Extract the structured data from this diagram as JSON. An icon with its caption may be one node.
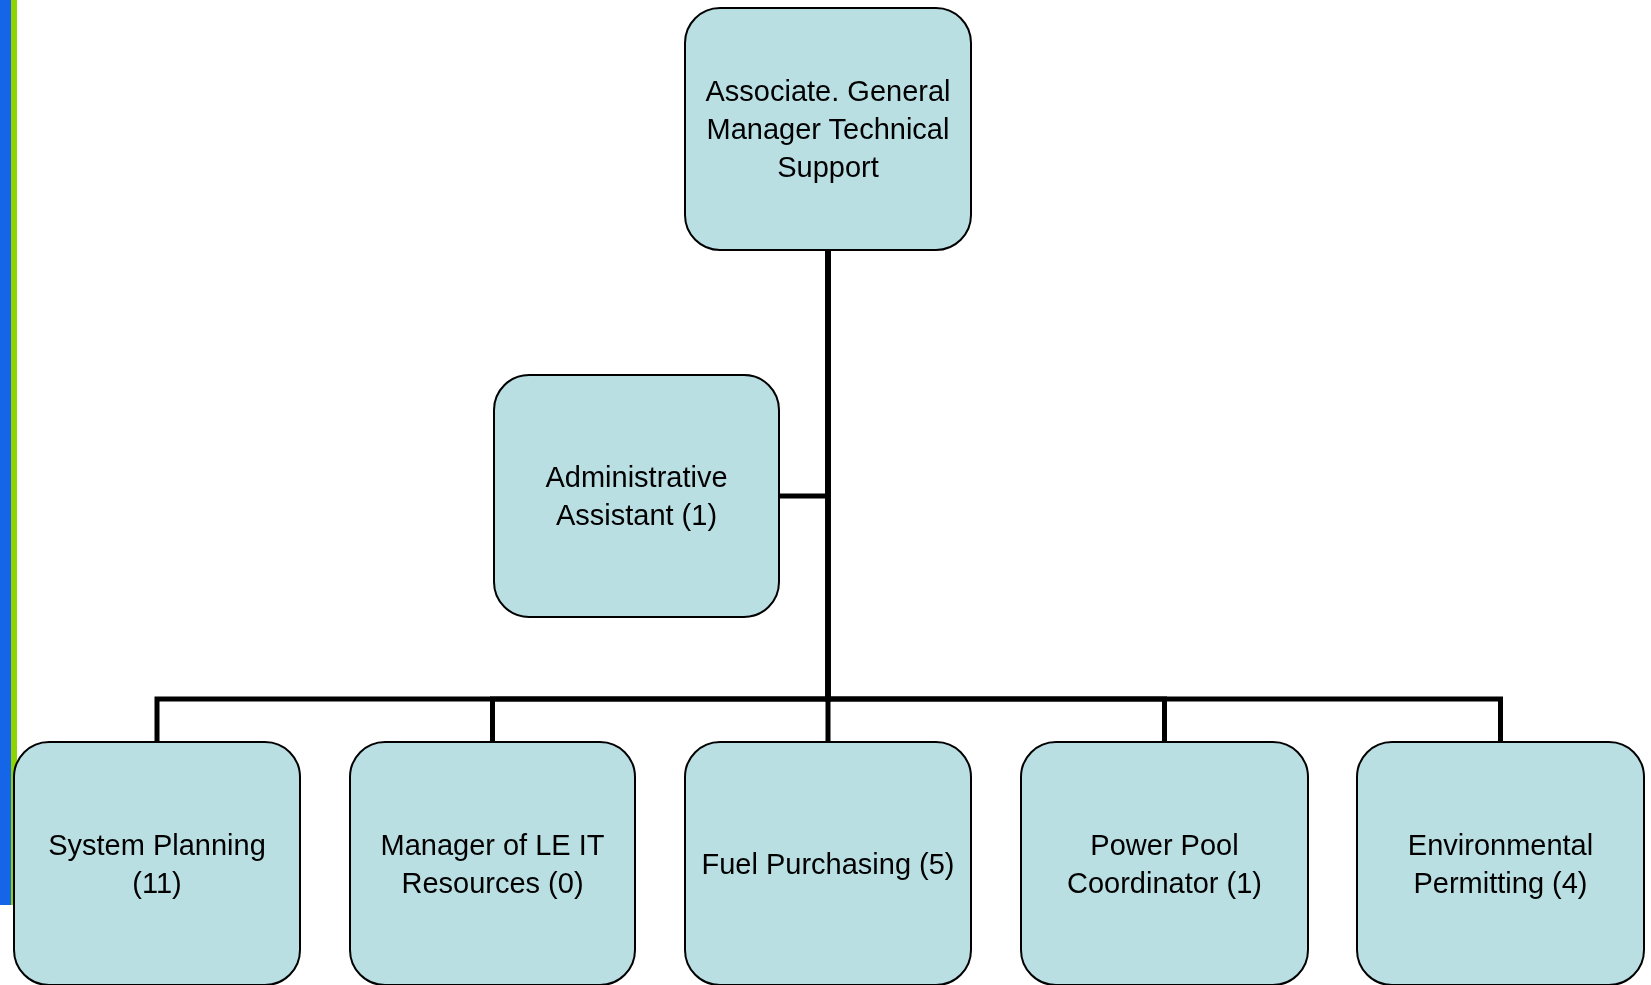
{
  "diagram": {
    "nodes": [
      {
        "text": [
          "Associate. General Manager Technical Support"
        ]
      },
      {
        "text": [
          "Administrative Assistant (1)"
        ]
      },
      {
        "text": [
          "System Planning (11)"
        ]
      },
      {
        "text": [
          "Manager of LE IT Resources (0)"
        ]
      },
      {
        "text": [
          "Fuel Purchasing (5)"
        ]
      },
      {
        "text": [
          "Power Pool Coordinator (1)"
        ]
      },
      {
        "text": [
          "Environmental Permitting (4)"
        ]
      }
    ],
    "edges": [
      {
        "from": 0,
        "to": 1,
        "arrow": "none"
      },
      {
        "from": 0,
        "to": 2,
        "arrow": "none"
      },
      {
        "from": 0,
        "to": 3,
        "arrow": "none"
      },
      {
        "from": 0,
        "to": 4,
        "arrow": "none"
      },
      {
        "from": 0,
        "to": 5,
        "arrow": "none"
      },
      {
        "from": 0,
        "to": 6,
        "arrow": "none"
      }
    ]
  }
}
